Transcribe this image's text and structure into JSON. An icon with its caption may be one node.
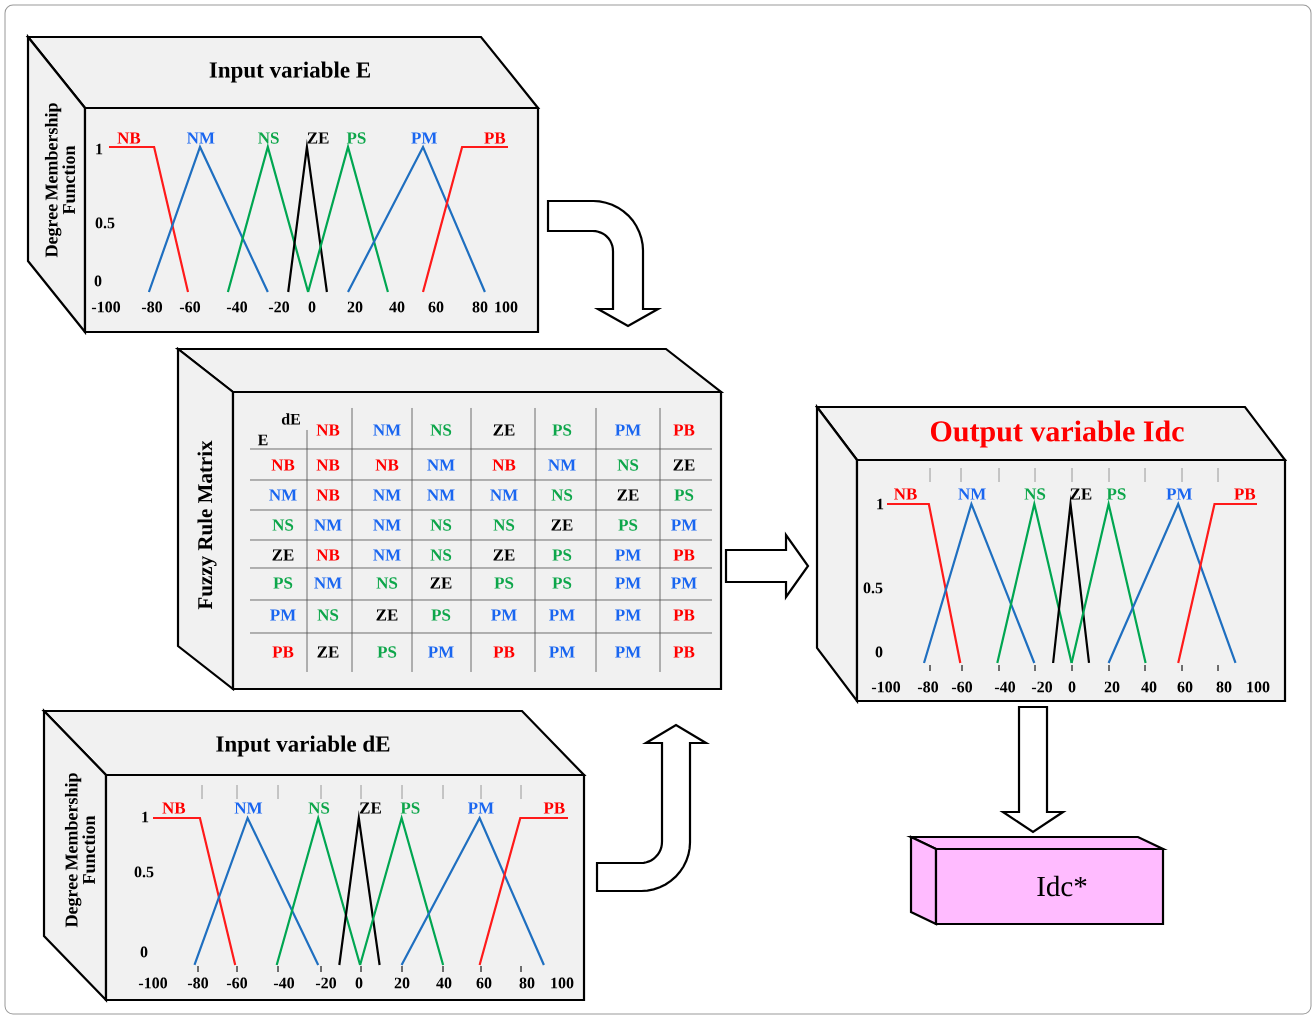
{
  "diagram": {
    "nodes": [
      {
        "text": [
          "Input variable E",
          "Degree Membership Function",
          "NB",
          "NM",
          "NS",
          "ZE",
          "PS",
          "PM",
          "PB",
          "1",
          "0.5",
          "0",
          "-100",
          "-80",
          "-60",
          "-40",
          "-20",
          "0",
          "20",
          "40",
          "60",
          "80",
          "100"
        ]
      },
      {
        "text": [
          "Fuzzy Rule Matrix",
          "dE",
          "E",
          "NB",
          "NM",
          "NS",
          "ZE",
          "PS",
          "PM",
          "PB",
          "NB",
          "NB",
          "NB",
          "NM",
          "NB",
          "NM",
          "NS",
          "ZE",
          "NM",
          "NB",
          "NM",
          "NM",
          "NM",
          "NS",
          "ZE",
          "PS",
          "NS",
          "NM",
          "NM",
          "NS",
          "NS",
          "ZE",
          "PS",
          "PM",
          "ZE",
          "NB",
          "NM",
          "NS",
          "ZE",
          "PS",
          "PM",
          "PB",
          "PS",
          "NM",
          "NS",
          "ZE",
          "PS",
          "PS",
          "PM",
          "PM",
          "PM",
          "NS",
          "ZE",
          "PS",
          "PM",
          "PM",
          "PM",
          "PB",
          "PB",
          "ZE",
          "PS",
          "PM",
          "PB",
          "PM",
          "PM",
          "PB"
        ]
      },
      {
        "text": [
          "Output variable Idc",
          "NB",
          "NM",
          "NS",
          "ZE",
          "PS",
          "PM",
          "PB",
          "1",
          "0.5",
          "0",
          "-100",
          "-80",
          "-60",
          "-40",
          "-20",
          "0",
          "20",
          "40",
          "60",
          "80",
          "100"
        ]
      },
      {
        "text": [
          "Input variable dE",
          "Degree Membership Function",
          "NB",
          "NM",
          "NS",
          "ZE",
          "PS",
          "PM",
          "PB",
          "1",
          "0.5",
          "0",
          "-100",
          "-80",
          "-60",
          "-40",
          "-20",
          "0",
          "20",
          "40",
          "60",
          "80",
          "100"
        ]
      },
      {
        "text": [
          "Idc*"
        ]
      }
    ],
    "edges": [
      {
        "from": 0,
        "to": 1,
        "arrow": "to"
      },
      {
        "from": 3,
        "to": 1,
        "arrow": "to"
      },
      {
        "from": 1,
        "to": 2,
        "arrow": "to"
      },
      {
        "from": 2,
        "to": 4,
        "arrow": "to"
      }
    ]
  }
}
